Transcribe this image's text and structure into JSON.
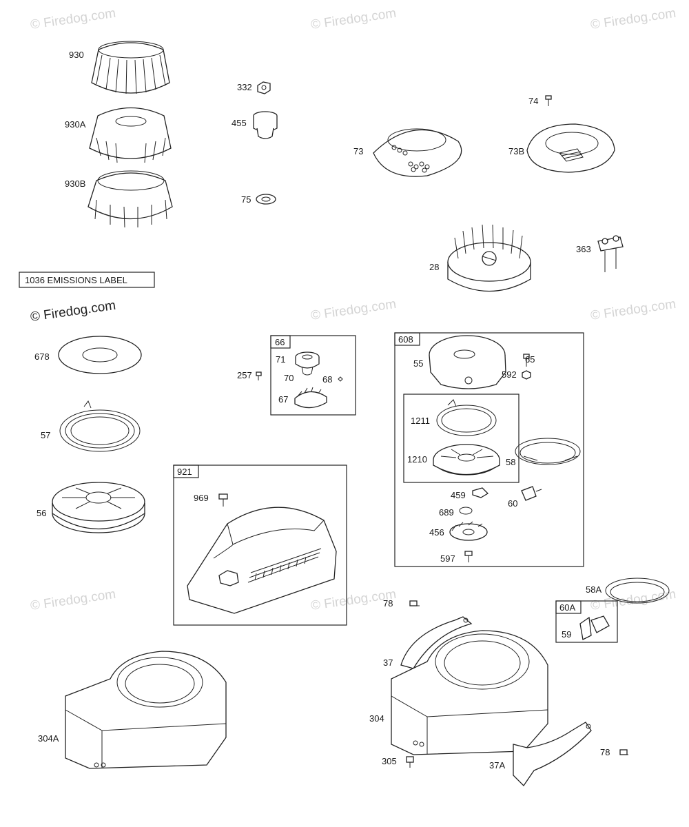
{
  "watermark": "© Firedog.com",
  "emissions_label": "1036 EMISSIONS LABEL",
  "groups": {
    "g66": "66",
    "g608": "608",
    "g921": "921",
    "g60A": "60A"
  },
  "parts": [
    {
      "id": "930",
      "text": "930"
    },
    {
      "id": "930A",
      "text": "930A"
    },
    {
      "id": "930B",
      "text": "930B"
    },
    {
      "id": "332",
      "text": "332"
    },
    {
      "id": "455",
      "text": "455"
    },
    {
      "id": "75",
      "text": "75"
    },
    {
      "id": "74",
      "text": "74"
    },
    {
      "id": "73",
      "text": "73"
    },
    {
      "id": "73B",
      "text": "73B"
    },
    {
      "id": "28",
      "text": "28"
    },
    {
      "id": "363",
      "text": "363"
    },
    {
      "id": "678",
      "text": "678"
    },
    {
      "id": "57",
      "text": "57"
    },
    {
      "id": "56",
      "text": "56"
    },
    {
      "id": "257",
      "text": "257"
    },
    {
      "id": "71",
      "text": "71"
    },
    {
      "id": "70",
      "text": "70"
    },
    {
      "id": "68",
      "text": "68"
    },
    {
      "id": "67",
      "text": "67"
    },
    {
      "id": "55",
      "text": "55"
    },
    {
      "id": "65",
      "text": "65"
    },
    {
      "id": "592",
      "text": "592"
    },
    {
      "id": "1211",
      "text": "1211"
    },
    {
      "id": "1210",
      "text": "1210"
    },
    {
      "id": "58",
      "text": "58"
    },
    {
      "id": "459",
      "text": "459"
    },
    {
      "id": "60",
      "text": "60"
    },
    {
      "id": "689",
      "text": "689"
    },
    {
      "id": "456",
      "text": "456"
    },
    {
      "id": "597",
      "text": "597"
    },
    {
      "id": "969",
      "text": "969"
    },
    {
      "id": "58A",
      "text": "58A"
    },
    {
      "id": "59",
      "text": "59"
    },
    {
      "id": "78a",
      "text": "78"
    },
    {
      "id": "37",
      "text": "37"
    },
    {
      "id": "304",
      "text": "304"
    },
    {
      "id": "304A",
      "text": "304A"
    },
    {
      "id": "305",
      "text": "305"
    },
    {
      "id": "37A",
      "text": "37A"
    },
    {
      "id": "78b",
      "text": "78"
    }
  ]
}
